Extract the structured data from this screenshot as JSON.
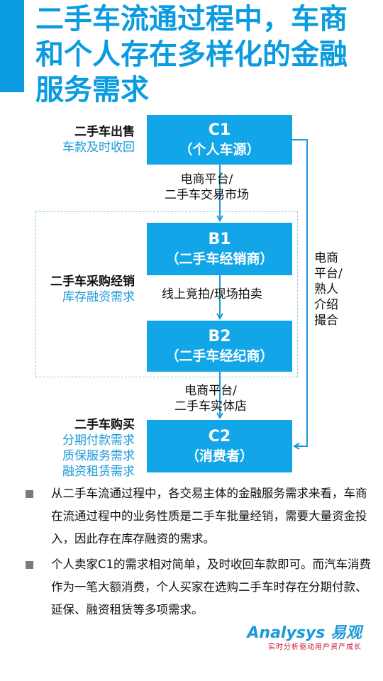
{
  "title": {
    "lines": [
      "二手车流通过程中，车商",
      "和个人存在多样化的金融",
      "服务需求"
    ]
  },
  "nodes": {
    "c1": {
      "code": "C1",
      "role": "（个人车源）"
    },
    "b1": {
      "code": "B1",
      "role": "（二手车经销商）"
    },
    "b2": {
      "code": "B2",
      "role": "（二手车经纪商）"
    },
    "c2": {
      "code": "C2",
      "role": "（消费者）"
    }
  },
  "edges": {
    "c1_b1": [
      "电商平台/",
      "二手车交易市场"
    ],
    "b1_b2": "线上竞拍/现场拍卖",
    "b2_c2": [
      "电商平台/",
      "二手车实体店"
    ],
    "side": [
      "电商",
      "平台/",
      "熟人",
      "介绍",
      "撮合"
    ]
  },
  "side_labels": {
    "sell": {
      "head": "二手车出售",
      "subs": [
        "车款及时收回"
      ]
    },
    "purchase": {
      "head": "二手车采购经销",
      "subs": [
        "库存融资需求"
      ]
    },
    "buy": {
      "head": "二手车购买",
      "subs": [
        "分期付款需求",
        "质保服务需求",
        "融资租赁需求"
      ]
    }
  },
  "bullets": [
    "从二手车流通过程中，各交易主体的金融服务需求来看，车商在流通过程中的业务性质是二手车批量经销，需要大量资金投入，因此存在库存融资的需求。",
    "个人卖家C1的需求相对简单，及时收回车款即可。而汽车消费作为一笔大额消费，个人买家在选购二手车时存在分期付款、延保、融资租赁等多项需求。"
  ],
  "logo": {
    "brand": "Analysys 易观",
    "tagline": "实时分析驱动用户资产成长"
  },
  "colors": {
    "accent": "#0a9be0",
    "node": "#12a6e8",
    "sub_text": "#1a9ad8",
    "tagline": "#c8102e"
  }
}
